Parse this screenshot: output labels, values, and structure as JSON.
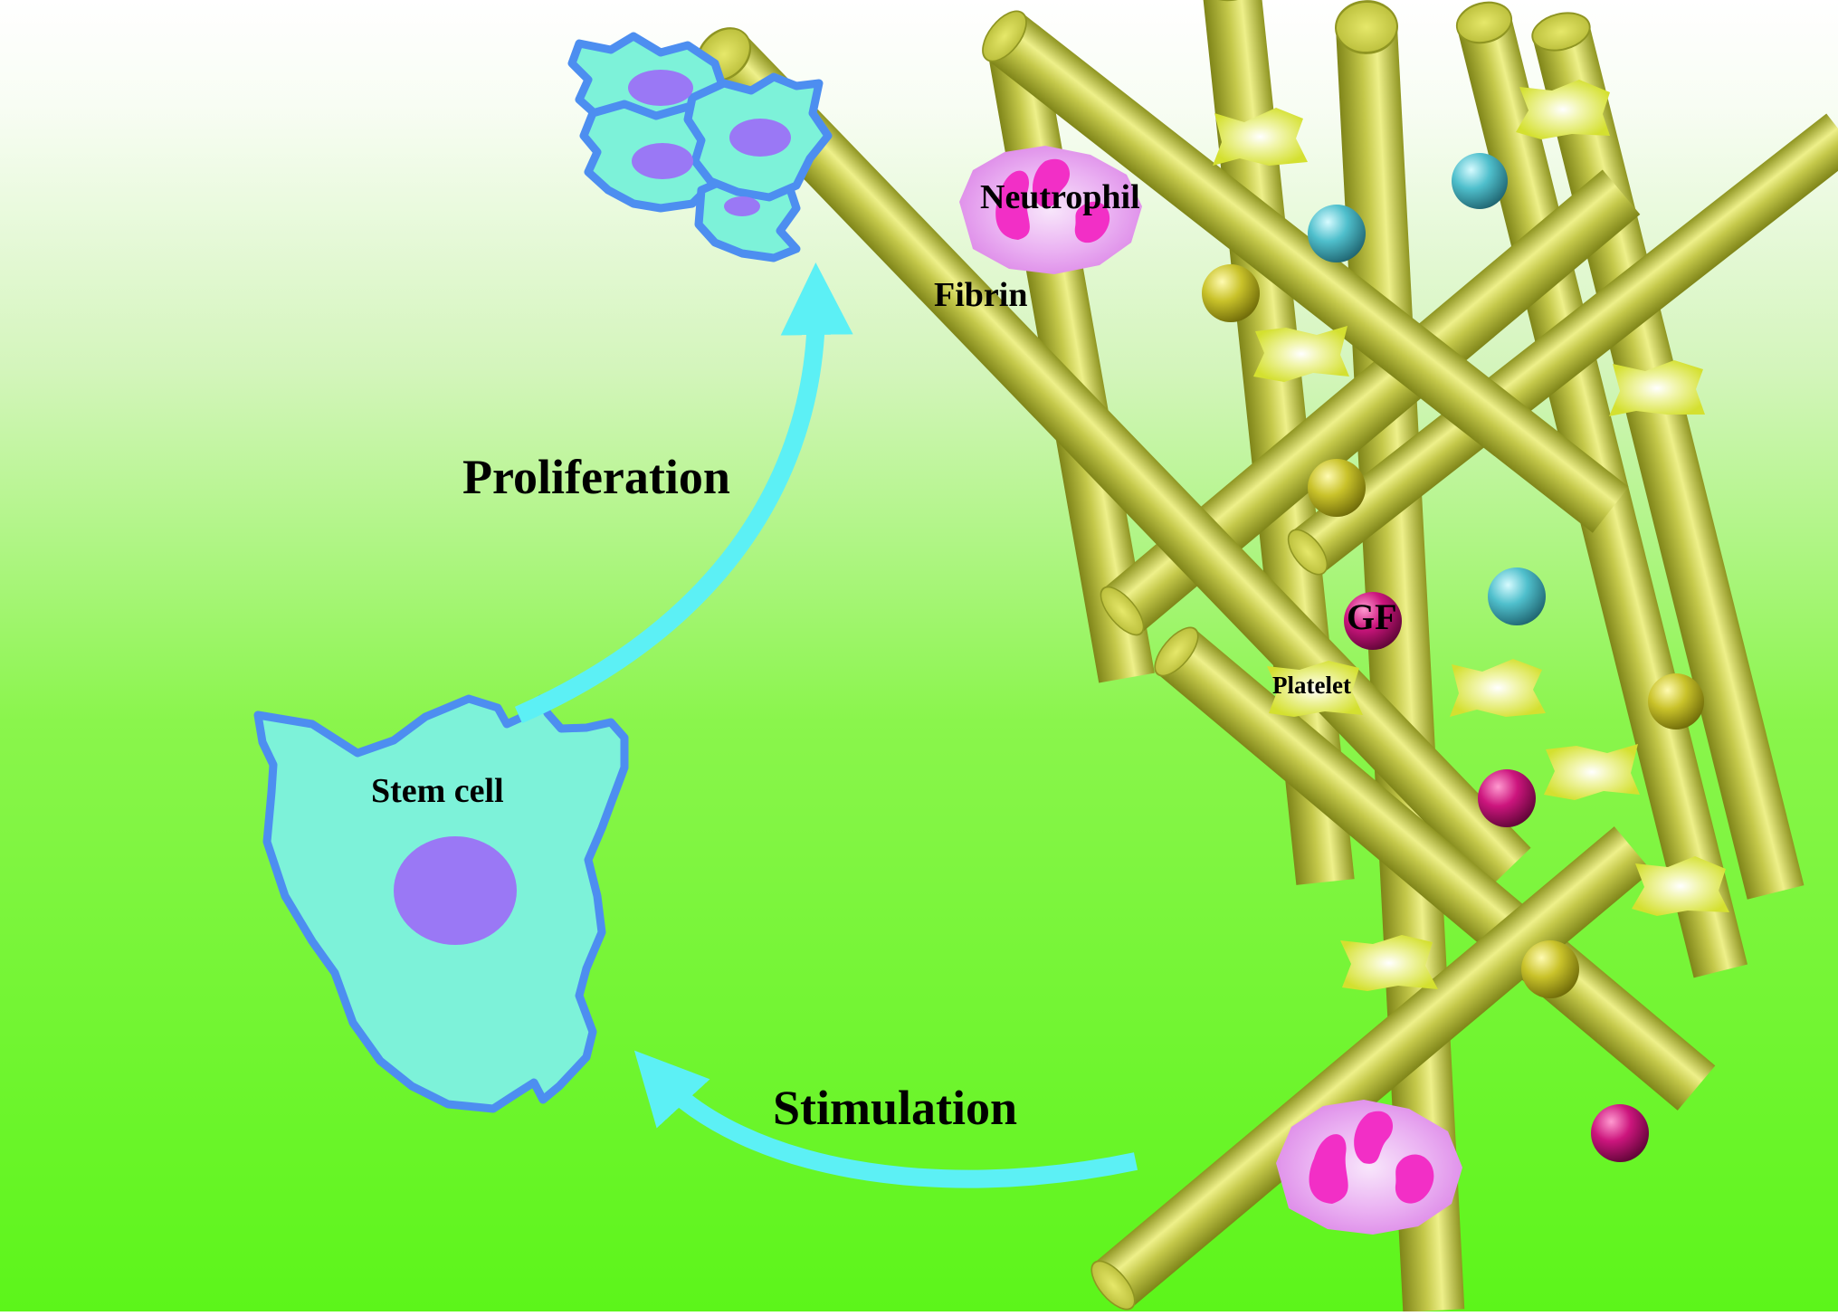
{
  "labels": {
    "neutrophil": "Neutrophil",
    "fibrin": "Fibrin",
    "proliferation": "Proliferation",
    "gf": "GF",
    "platelet": "Platelet",
    "stem_cell": "Stem cell",
    "stimulation": "Stimulation"
  },
  "colors": {
    "background_top": "#ffffff",
    "background_bottom": "#5cf51a",
    "fibrin": "#c4c84a",
    "fibrin_highlight": "#eef08a",
    "fibrin_shadow": "#8f9522",
    "cell_fill": "#7df2d9",
    "cell_outline": "#4d8ef0",
    "nucleus": "#9a78f5",
    "arrow": "#5cf0f5",
    "neutrophil": "#eaa8f0",
    "neutrophil_lobes": "#f22fc6",
    "platelet": "#dde840",
    "ball_yellow": "#c9c22a",
    "ball_cyan": "#4fbfcc",
    "ball_magenta": "#cc157d"
  }
}
